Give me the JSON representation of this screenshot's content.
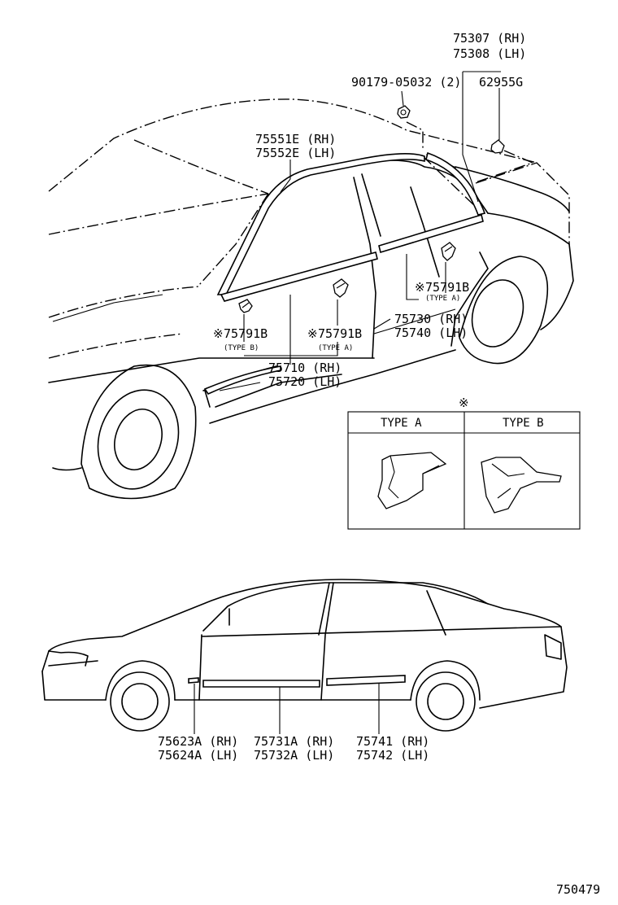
{
  "callouts": {
    "p75307": "75307 (RH)",
    "p75308": "75308 (LH)",
    "p90179": "90179-05032 (2)",
    "p62955": "62955G",
    "p75551": "75551E (RH)",
    "p75552": "75552E (LH)",
    "clip_rear": "75791B",
    "clip_rear_type": "(TYPE A)",
    "p75730": "75730 (RH)",
    "p75740": "75740 (LH)",
    "clip_front": "75791B",
    "clip_front_type": "(TYPE B)",
    "clip_mid": "75791B",
    "clip_mid_type": "(TYPE A)",
    "p75710": "75710 (RH)",
    "p75720": "75720 (LH)",
    "p75623": "75623A (RH)",
    "p75624": "75624A (LH)",
    "p75731": "75731A (RH)",
    "p75732": "75732A (LH)",
    "p75741": "75741 (RH)",
    "p75742": "75742 (LH)"
  },
  "asterisk_symbol": "※",
  "inset": {
    "type_a": "TYPE A",
    "type_b": "TYPE B"
  },
  "figure_number": "750479"
}
